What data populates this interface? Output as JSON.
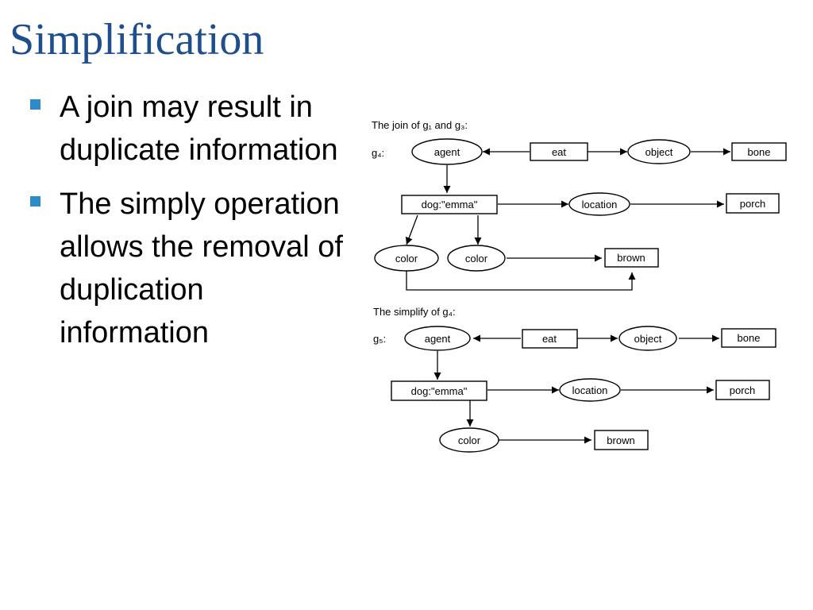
{
  "slide": {
    "title": "Simplification",
    "bullets": [
      "A join may result in duplicate information",
      "The simply operation allows the removal of duplication information"
    ]
  },
  "diagram": {
    "join": {
      "caption": "The join of g₁ and g₃:",
      "graph_label": "g₄:",
      "nodes": {
        "agent": "agent",
        "eat": "eat",
        "object": "object",
        "bone": "bone",
        "dog": "dog:\"emma\"",
        "location": "location",
        "porch": "porch",
        "color1": "color",
        "color2": "color",
        "brown": "brown"
      }
    },
    "simplify": {
      "caption": "The simplify of g₄:",
      "graph_label": "g₅:",
      "nodes": {
        "agent": "agent",
        "eat": "eat",
        "object": "object",
        "bone": "bone",
        "dog": "dog:\"emma\"",
        "location": "location",
        "porch": "porch",
        "color": "color",
        "brown": "brown"
      }
    }
  }
}
